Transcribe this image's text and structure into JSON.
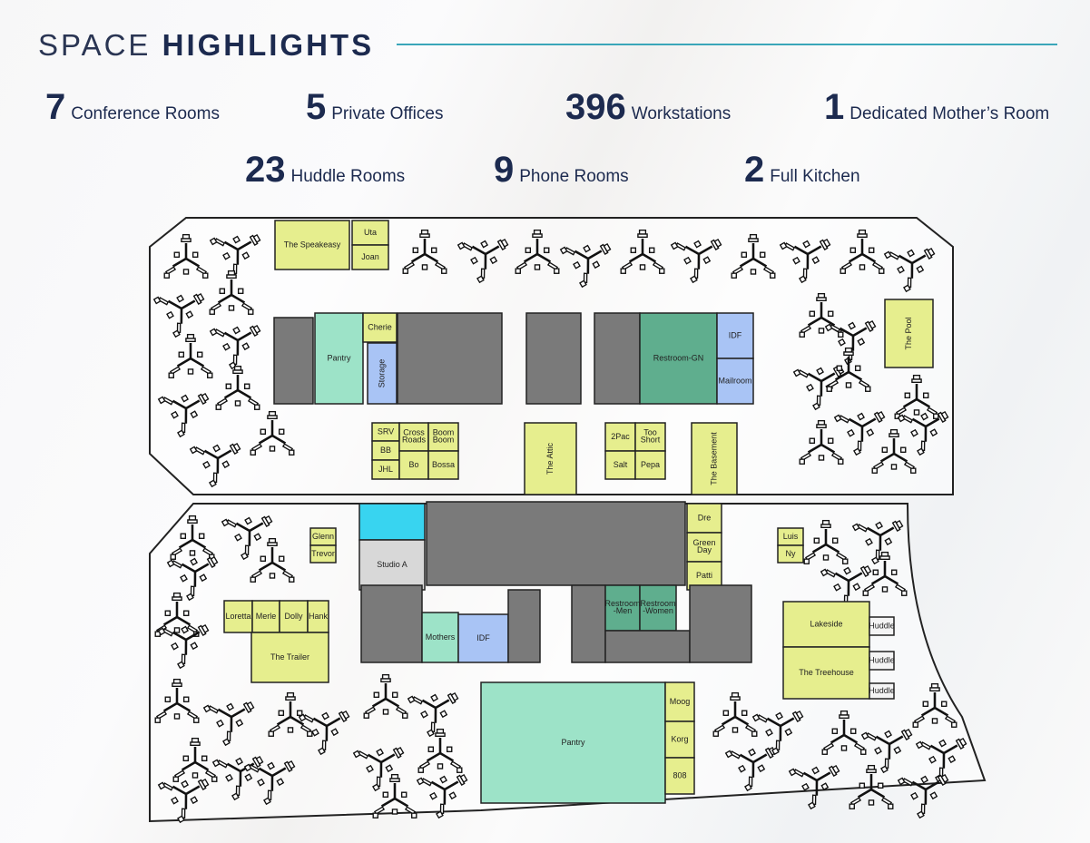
{
  "header": {
    "title_light": "SPACE",
    "title_bold": "HIGHLIGHTS",
    "accent_color": "#3aa6b9"
  },
  "stats": [
    {
      "number": "7",
      "label": "Conference Rooms"
    },
    {
      "number": "5",
      "label": "Private Offices"
    },
    {
      "number": "396",
      "label": "Workstations"
    },
    {
      "number": "1",
      "label": "Dedicated Mother’s Room"
    },
    {
      "number": "23",
      "label": "Huddle Rooms"
    },
    {
      "number": "9",
      "label": "Phone Rooms"
    },
    {
      "number": "2",
      "label": "Full Kitchen"
    }
  ],
  "colors": {
    "conference": "#e6ee8e",
    "amenity": "#9de3c8",
    "restroom": "#5fae8e",
    "service": "#a9c4f5",
    "core": "#7a7a7a",
    "studio": "#38d4f0"
  },
  "floorplan": {
    "rooms": [
      "The Speakeasy",
      "Uta",
      "Joan",
      "Pantry",
      "Cherie",
      "Storage",
      "Restroom-GN",
      "IDF",
      "Mailroom",
      "The Pool",
      "SRV",
      "BB",
      "JHL",
      "Cross Roads",
      "Boom Boom",
      "Bo",
      "Bossa",
      "The Attic",
      "2Pac",
      "Too Short",
      "Salt",
      "Pepa",
      "The Basement",
      "Studio A",
      "Glenn",
      "Trevor",
      "Dre",
      "Green Day",
      "Patti",
      "Luis",
      "Ny",
      "Loretta",
      "Merle",
      "Dolly",
      "Hank",
      "The Trailer",
      "Mothers",
      "IDF",
      "Restroom-Men",
      "Restroom-Women",
      "Lakeside",
      "The Treehouse",
      "Huddle",
      "Huddle",
      "Huddle",
      "Pantry",
      "Moog",
      "Korg",
      "808"
    ]
  }
}
